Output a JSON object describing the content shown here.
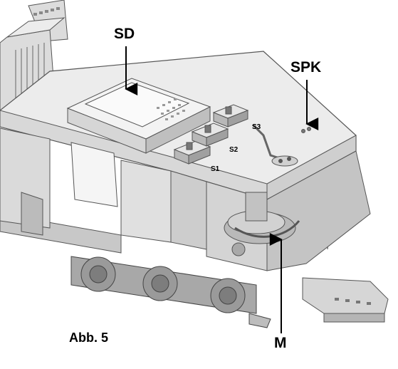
{
  "labels": {
    "sd": "SD",
    "spk": "SPK",
    "m": "M",
    "s1": "S1",
    "s2": "S2",
    "s3": "S3"
  },
  "caption": "Abb. 5",
  "colors": {
    "board": "#ececec",
    "part_light": "#e3e3e3",
    "part_mid": "#c9c9c9",
    "part_dark": "#8c8c8c",
    "line": "#555555"
  }
}
